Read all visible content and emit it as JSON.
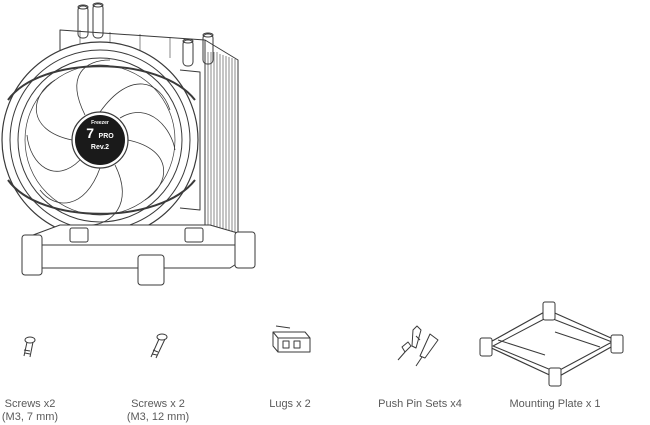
{
  "fan_badge": {
    "line1": "Freezer",
    "line2": "7",
    "line3": "PRO",
    "line4": "Rev.2"
  },
  "parts": [
    {
      "name": "screws-7mm",
      "line1": "Screws x2",
      "line2": "(M3, 7 mm)"
    },
    {
      "name": "screws-12mm",
      "line1": "Screws x 2",
      "line2": "(M3, 12 mm)"
    },
    {
      "name": "lugs",
      "line1": "Lugs x 2",
      "line2": ""
    },
    {
      "name": "push-pin-sets",
      "line1": "Push Pin Sets x4",
      "line2": ""
    },
    {
      "name": "mounting-plate",
      "line1": "Mounting Plate x 1",
      "line2": ""
    }
  ],
  "colors": {
    "stroke": "#3a3a3a",
    "text": "#5a5a5a"
  }
}
